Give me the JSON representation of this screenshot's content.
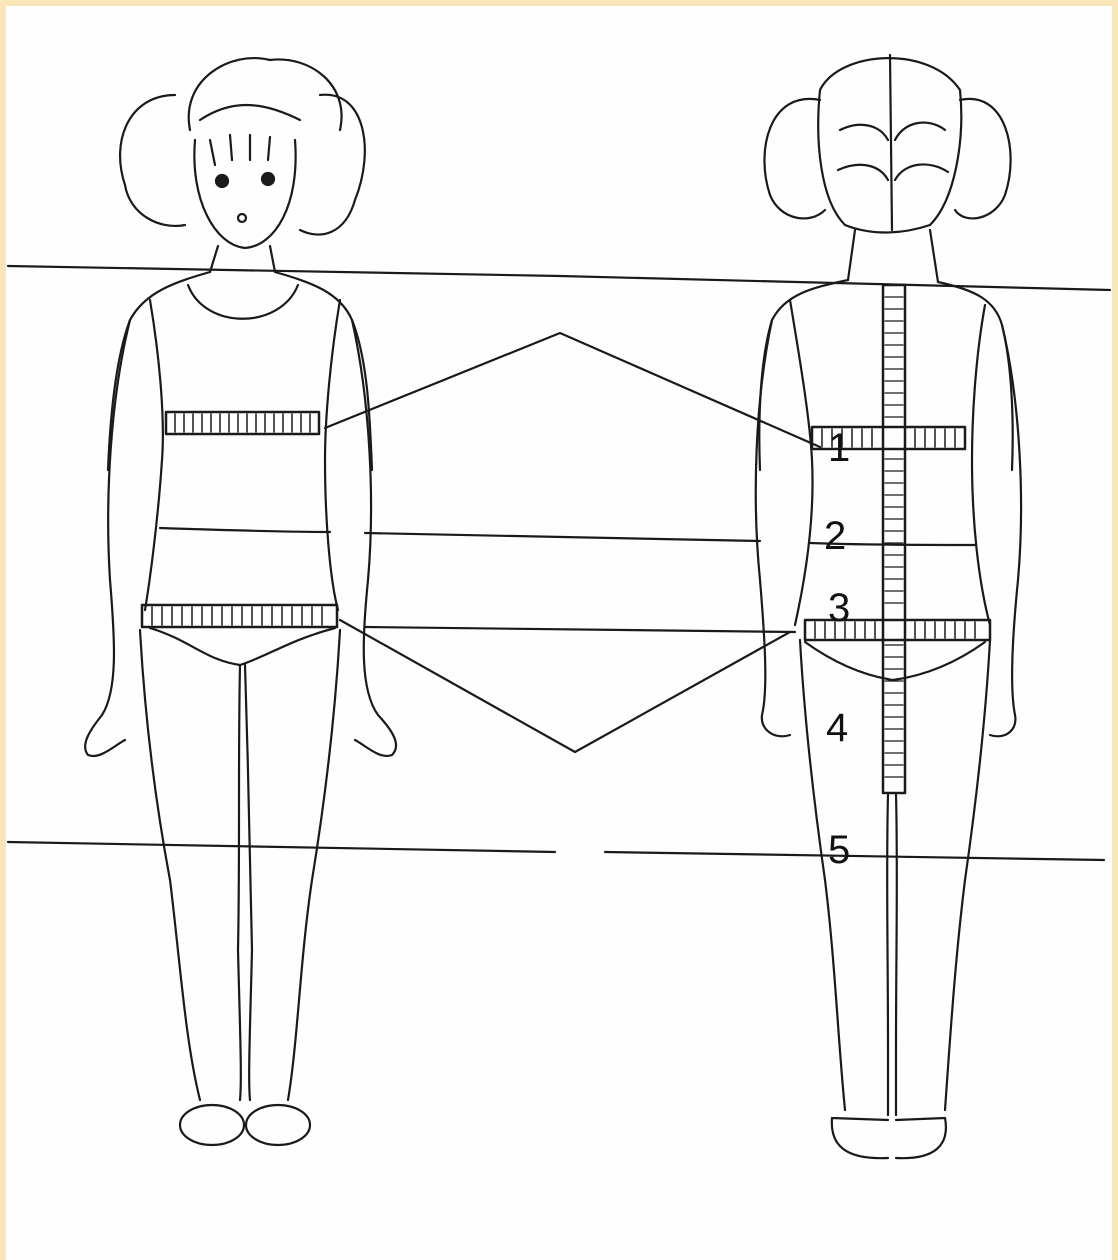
{
  "labels": [
    "1",
    "2",
    "3",
    "4",
    "5"
  ],
  "colors": {
    "border": "#f9e7b9",
    "paper": "#fefefe",
    "ink": "#1a1a1a"
  }
}
